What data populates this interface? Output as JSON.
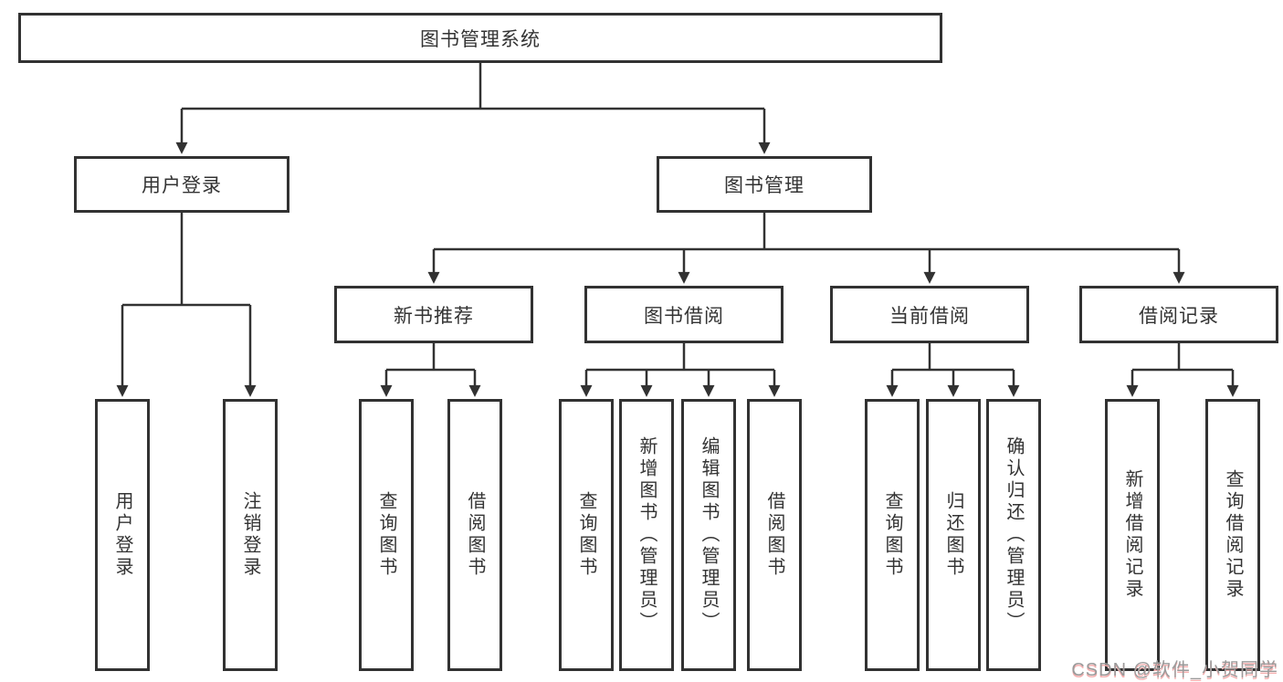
{
  "colors": {
    "line": "#323232",
    "box_border": "#323232",
    "text": "#333333",
    "watermark_gray": "#9a9a9a",
    "watermark_pink": "#f5b0b0",
    "background": "#ffffff"
  },
  "watermark": "CSDN @软件_小贺同学",
  "tree": {
    "root": "图书管理系统",
    "user_login": {
      "label": "用户登录",
      "children": [
        "用户登录",
        "注销登录"
      ]
    },
    "book_management": {
      "label": "图书管理",
      "sections": [
        {
          "label": "新书推荐",
          "children": [
            "查询图书",
            "借阅图书"
          ]
        },
        {
          "label": "图书借阅",
          "children": [
            "查询图书",
            "新增图书（管理员）",
            "编辑图书（管理员）",
            "借阅图书"
          ]
        },
        {
          "label": "当前借阅",
          "children": [
            "查询图书",
            "归还图书",
            "确认归还（管理员）"
          ]
        },
        {
          "label": "借阅记录",
          "children": [
            "新增借阅记录",
            "查询借阅记录"
          ]
        }
      ]
    }
  }
}
